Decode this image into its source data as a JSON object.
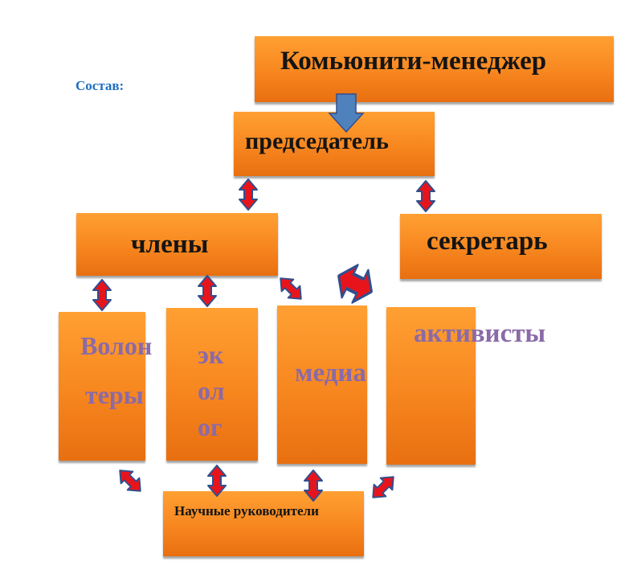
{
  "heading": "Состав:",
  "nodes": {
    "community_manager": "Комьюнити-менеджер",
    "chairman": "председатель",
    "members": "члены",
    "secretary": "секретарь",
    "volunteers": [
      "Волон",
      "теры"
    ],
    "ecologist": [
      "эк",
      "ол",
      "ог"
    ],
    "media": "медиа",
    "activists": "активисты",
    "supervisors": "Научные руководители"
  },
  "colors": {
    "box": "#f7861f",
    "arrow_blue": "#4f81bd",
    "arrow_red": "#e8141c",
    "arrow_outline": "#2f4f8f",
    "label_purple": "#8a6aa8",
    "heading_blue": "#1f6fbf"
  }
}
